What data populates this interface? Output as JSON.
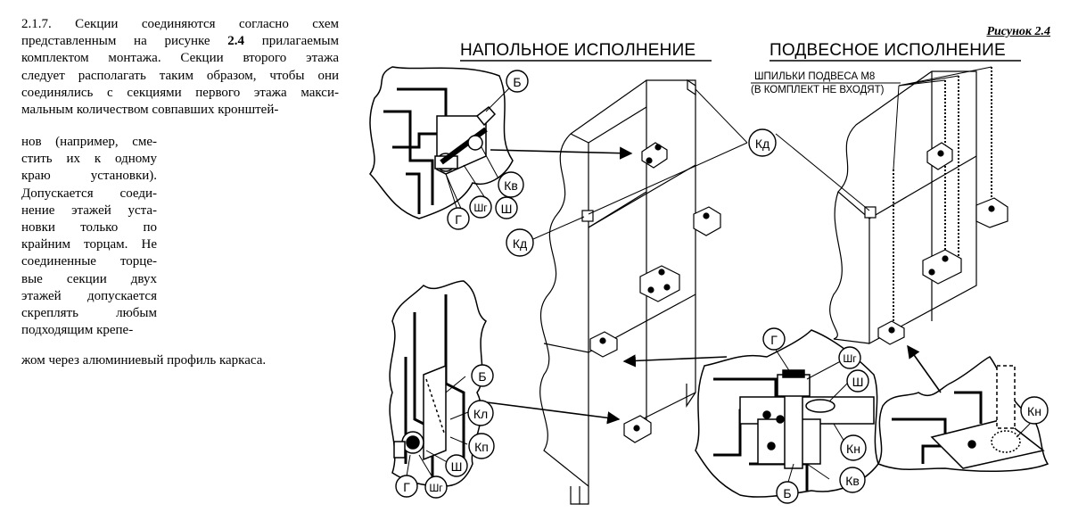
{
  "text": {
    "p1_lines": [
      "2.1.7. Секции соединяются согласно схем",
      "представленным на рисунке ",
      "комплектом монтажа. Секции второго этажа",
      "следует располагать таким образом, чтобы они",
      "соединялись с секциями первого этажа макси-",
      "мальным количеством совпавших кронштей-"
    ],
    "p1_bold": "2.4",
    "p1_after_bold": " прилагаемым",
    "p2_lines": [
      "нов (например, сме-",
      "стить их к одному",
      "краю установки).",
      "Допускается соеди-",
      "нение этажей уста-",
      "новки только по",
      "крайним торцам. Не",
      "соединенные торце-",
      "вые секции двух",
      "этажей допускается",
      "скреплять любым",
      "подходящим крепе-"
    ],
    "p3": "жом через алюминиевый профиль каркаса."
  },
  "figure": {
    "caption": "Рисунок 2.4",
    "heading_floor": "НАПОЛЬНОЕ ИСПОЛНЕНИЕ",
    "heading_hanging": "ПОДВЕСНОЕ ИСПОЛНЕНИЕ",
    "note_line1": "ШПИЛЬКИ ПОДВЕСА М8",
    "note_line2": "(В КОМПЛЕКТ НЕ ВХОДЯТ)",
    "labels": {
      "b": "Б",
      "kv": "Кв",
      "sh": "Ш",
      "shg": "Шг",
      "g": "Г",
      "kd": "Кд",
      "kl": "Кл",
      "kp": "Кп",
      "kn": "Кн"
    }
  }
}
